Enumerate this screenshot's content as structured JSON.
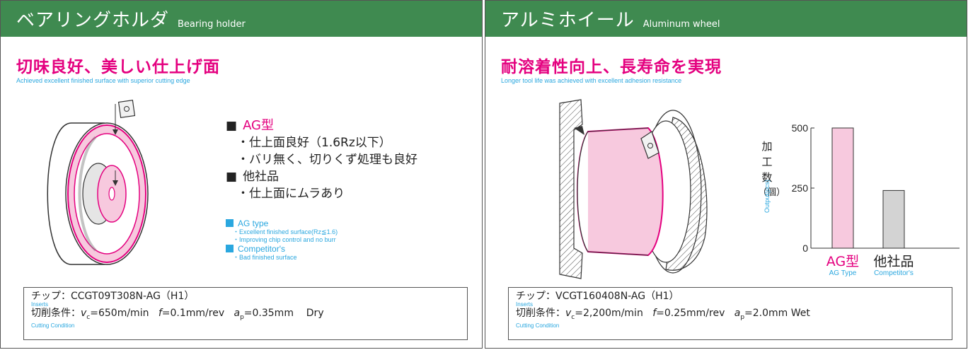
{
  "left": {
    "title_jp": "ベアリングホルダ",
    "title_en": "Bearing holder",
    "headline": "切味良好、美しい仕上げ面",
    "subline": "Achieved excellent finished surface with superior cutting edge",
    "ag_mark": "■",
    "ag_label": "AG型",
    "ag_point1": "・仕上面良好（1.6Rz以下）",
    "ag_point2": "・バリ無く、切りくず処理も良好",
    "comp_mark": "■",
    "comp_label": "他社品",
    "comp_point1": "・仕上面にムラあり",
    "en_ag_title": "AG type",
    "en_ag_point1": "・Excellent finished surface(Rz≦1.6)",
    "en_ag_point2": "・Improving chip control and no burr",
    "en_comp_title": "Competitor's",
    "en_comp_point1": "・Bad finished surface",
    "insert_line": "チップ：CCGT09T308N-AG（H1）",
    "insert_caption": "Inserts",
    "cond_prefix": "切削条件：",
    "vc_sym": "v",
    "vc_sub": "c",
    "vc_val": "=650m/min",
    "f_sym": "f",
    "f_val": "=0.1mm/rev",
    "ap_sym": "a",
    "ap_sub": "p",
    "ap_val": "=0.35mm",
    "coolant": "Dry",
    "cond_caption": "Cutting Condition"
  },
  "right": {
    "title_jp": "アルミホイール",
    "title_en": "Aluminum wheel",
    "headline": "耐溶着性向上、長寿命を実現",
    "subline": "Longer tool life was achieved with excellent adhesion resistance",
    "insert_line": "チップ：VCGT160408N-AG（H1）",
    "insert_caption": "Inserts",
    "cond_prefix": "切削条件：",
    "vc_sym": "v",
    "vc_sub": "c",
    "vc_val": "=2,200m/min",
    "f_sym": "f",
    "f_val": "=0.25mm/rev",
    "ap_sym": "a",
    "ap_sub": "p",
    "ap_val": "=2.0mm",
    "coolant": "Wet",
    "cond_caption": "Cutting Condition"
  },
  "chart_data": {
    "type": "bar",
    "ylabel": "加工数（個）",
    "ylabel_chars": [
      "加",
      "工",
      "数",
      "（個）"
    ],
    "ylabel_en": "Output(pcs)",
    "ylim": [
      0,
      500
    ],
    "yticks": [
      0,
      250,
      500
    ],
    "categories": [
      "AG型",
      "他社品"
    ],
    "categories_en": [
      "AG Type",
      "Competitor's"
    ],
    "values": [
      500,
      240
    ],
    "colors": [
      "#f7c9de",
      "#d3d3d3"
    ],
    "category_label_colors": [
      "#e4007f",
      "#222222"
    ],
    "grid": false
  },
  "colors": {
    "header_bg": "#3f8a50",
    "accent_magenta": "#e4007f",
    "caption_blue": "#2aa7df"
  }
}
